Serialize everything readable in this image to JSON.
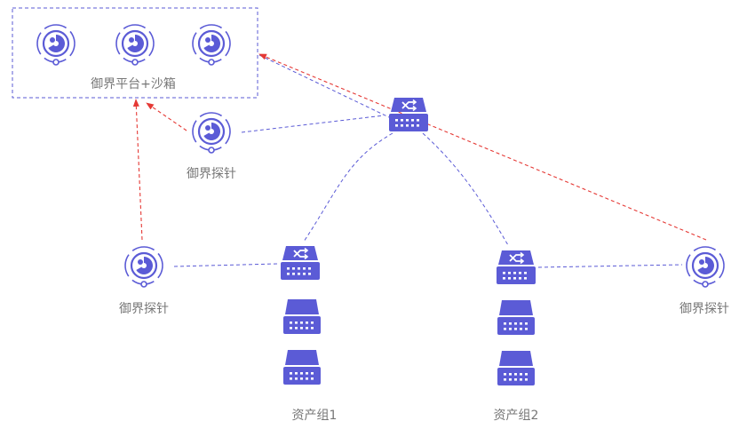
{
  "colors": {
    "device": "#5b5bd6",
    "link_blue": "#5b5bd6",
    "link_red": "#e53935",
    "label": "#777777",
    "group_border": "#5b5bd6"
  },
  "icons": {
    "probe": "probe-radar-icon",
    "switch": "network-switch-icon",
    "server": "server-icon"
  },
  "platform": {
    "label": "御界平台+沙箱"
  },
  "probes": [
    {
      "label": "御界探针"
    },
    {
      "label": "御界探针"
    },
    {
      "label": "御界探针"
    }
  ],
  "asset_groups": [
    {
      "label": "资产组1"
    },
    {
      "label": "资产组2"
    }
  ]
}
